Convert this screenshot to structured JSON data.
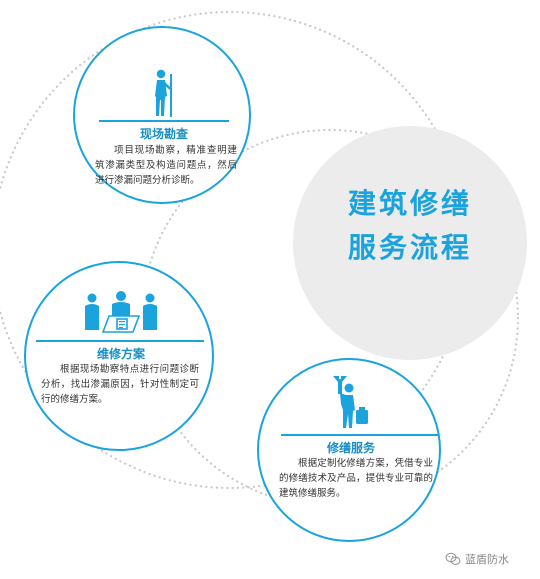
{
  "center": {
    "title_line1": "建筑修缮",
    "title_line2": "服务流程"
  },
  "steps": [
    {
      "title": "现场勘查",
      "description": "项目现场勘察，精准查明建筑渗漏类型及构造问题点，然后进行渗漏问题分析诊断。",
      "icon": "surveyor-with-staff-icon"
    },
    {
      "title": "维修方案",
      "description": "根据现场勘察特点进行问题诊断分析，找出渗漏原因，针对性制定可行的修缮方案。",
      "icon": "meeting-icon"
    },
    {
      "title": "修缮服务",
      "description": "根据定制化修缮方案，凭借专业的修缮技术及产品，提供专业可靠的建筑修缮服务。",
      "icon": "worker-with-wrench-icon"
    }
  ],
  "watermark": {
    "text": "蓝盾防水",
    "icon": "wechat-icon"
  },
  "colors": {
    "accent": "#1aa3dc",
    "center_fill": "#ececec",
    "dots": "#c8c8c8"
  }
}
